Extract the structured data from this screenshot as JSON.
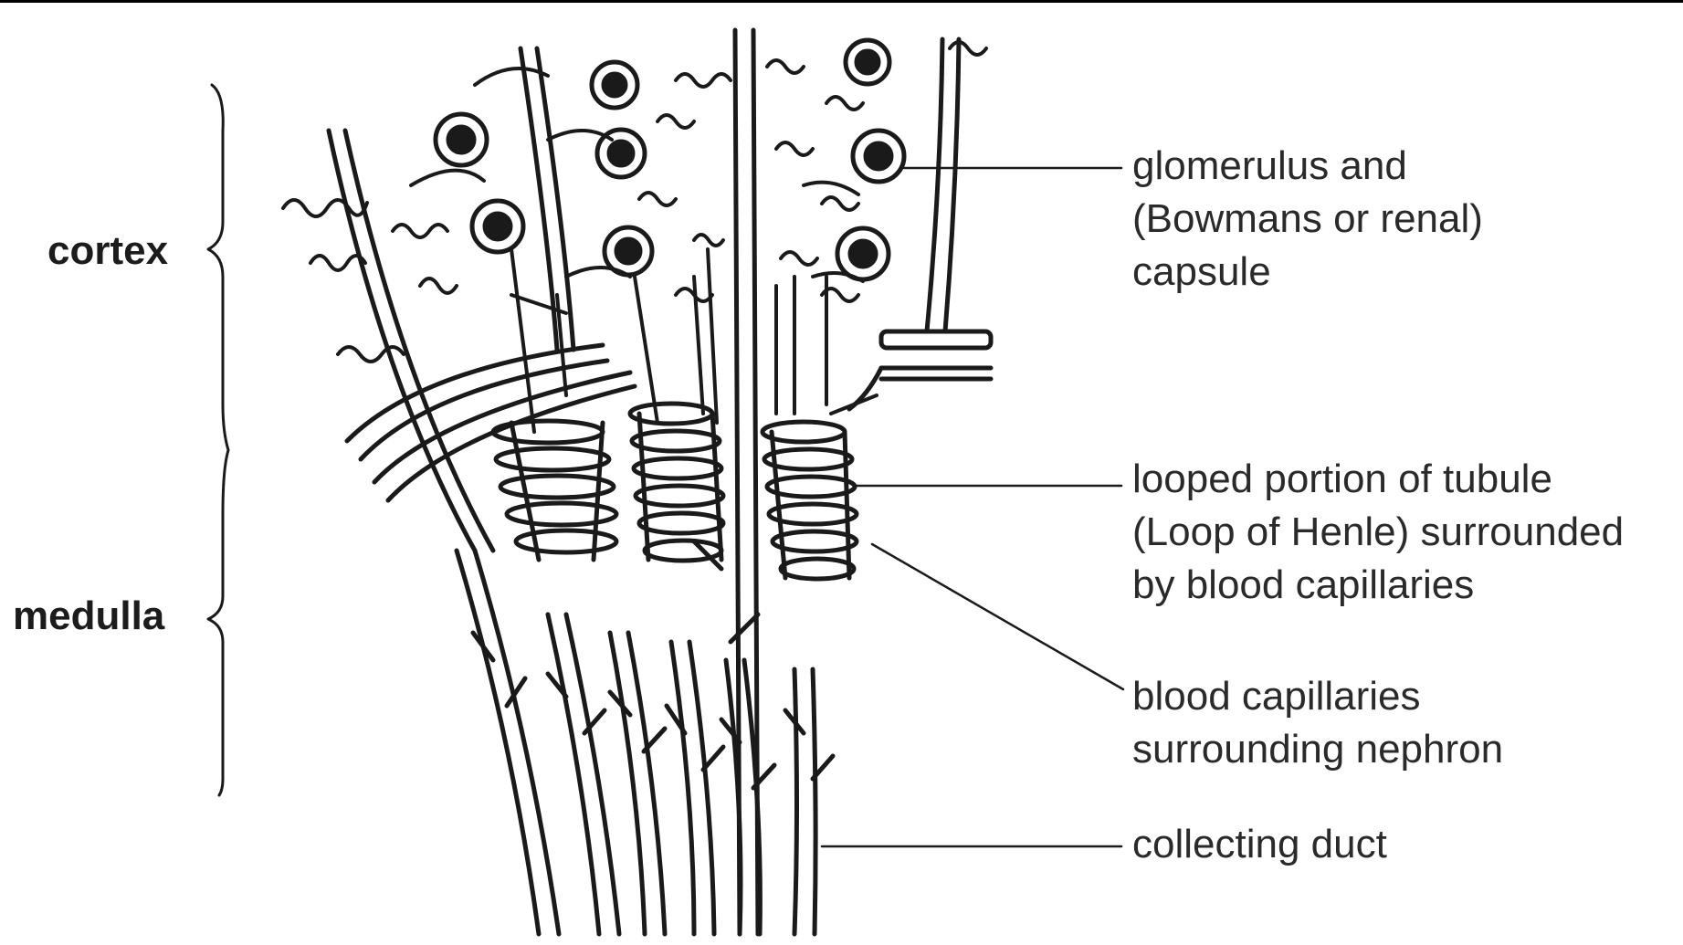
{
  "regions": {
    "cortex": "cortex",
    "medulla": "medulla"
  },
  "labels": {
    "glomerulus": [
      "glomerulus and",
      "(Bowmans or renal)",
      "capsule"
    ],
    "loop": [
      "looped portion of tubule",
      "(Loop of Henle) surrounded",
      "by blood capillaries"
    ],
    "capillaries": [
      "blood capillaries",
      "surrounding nephron"
    ],
    "collecting_duct": [
      "collecting duct"
    ]
  }
}
